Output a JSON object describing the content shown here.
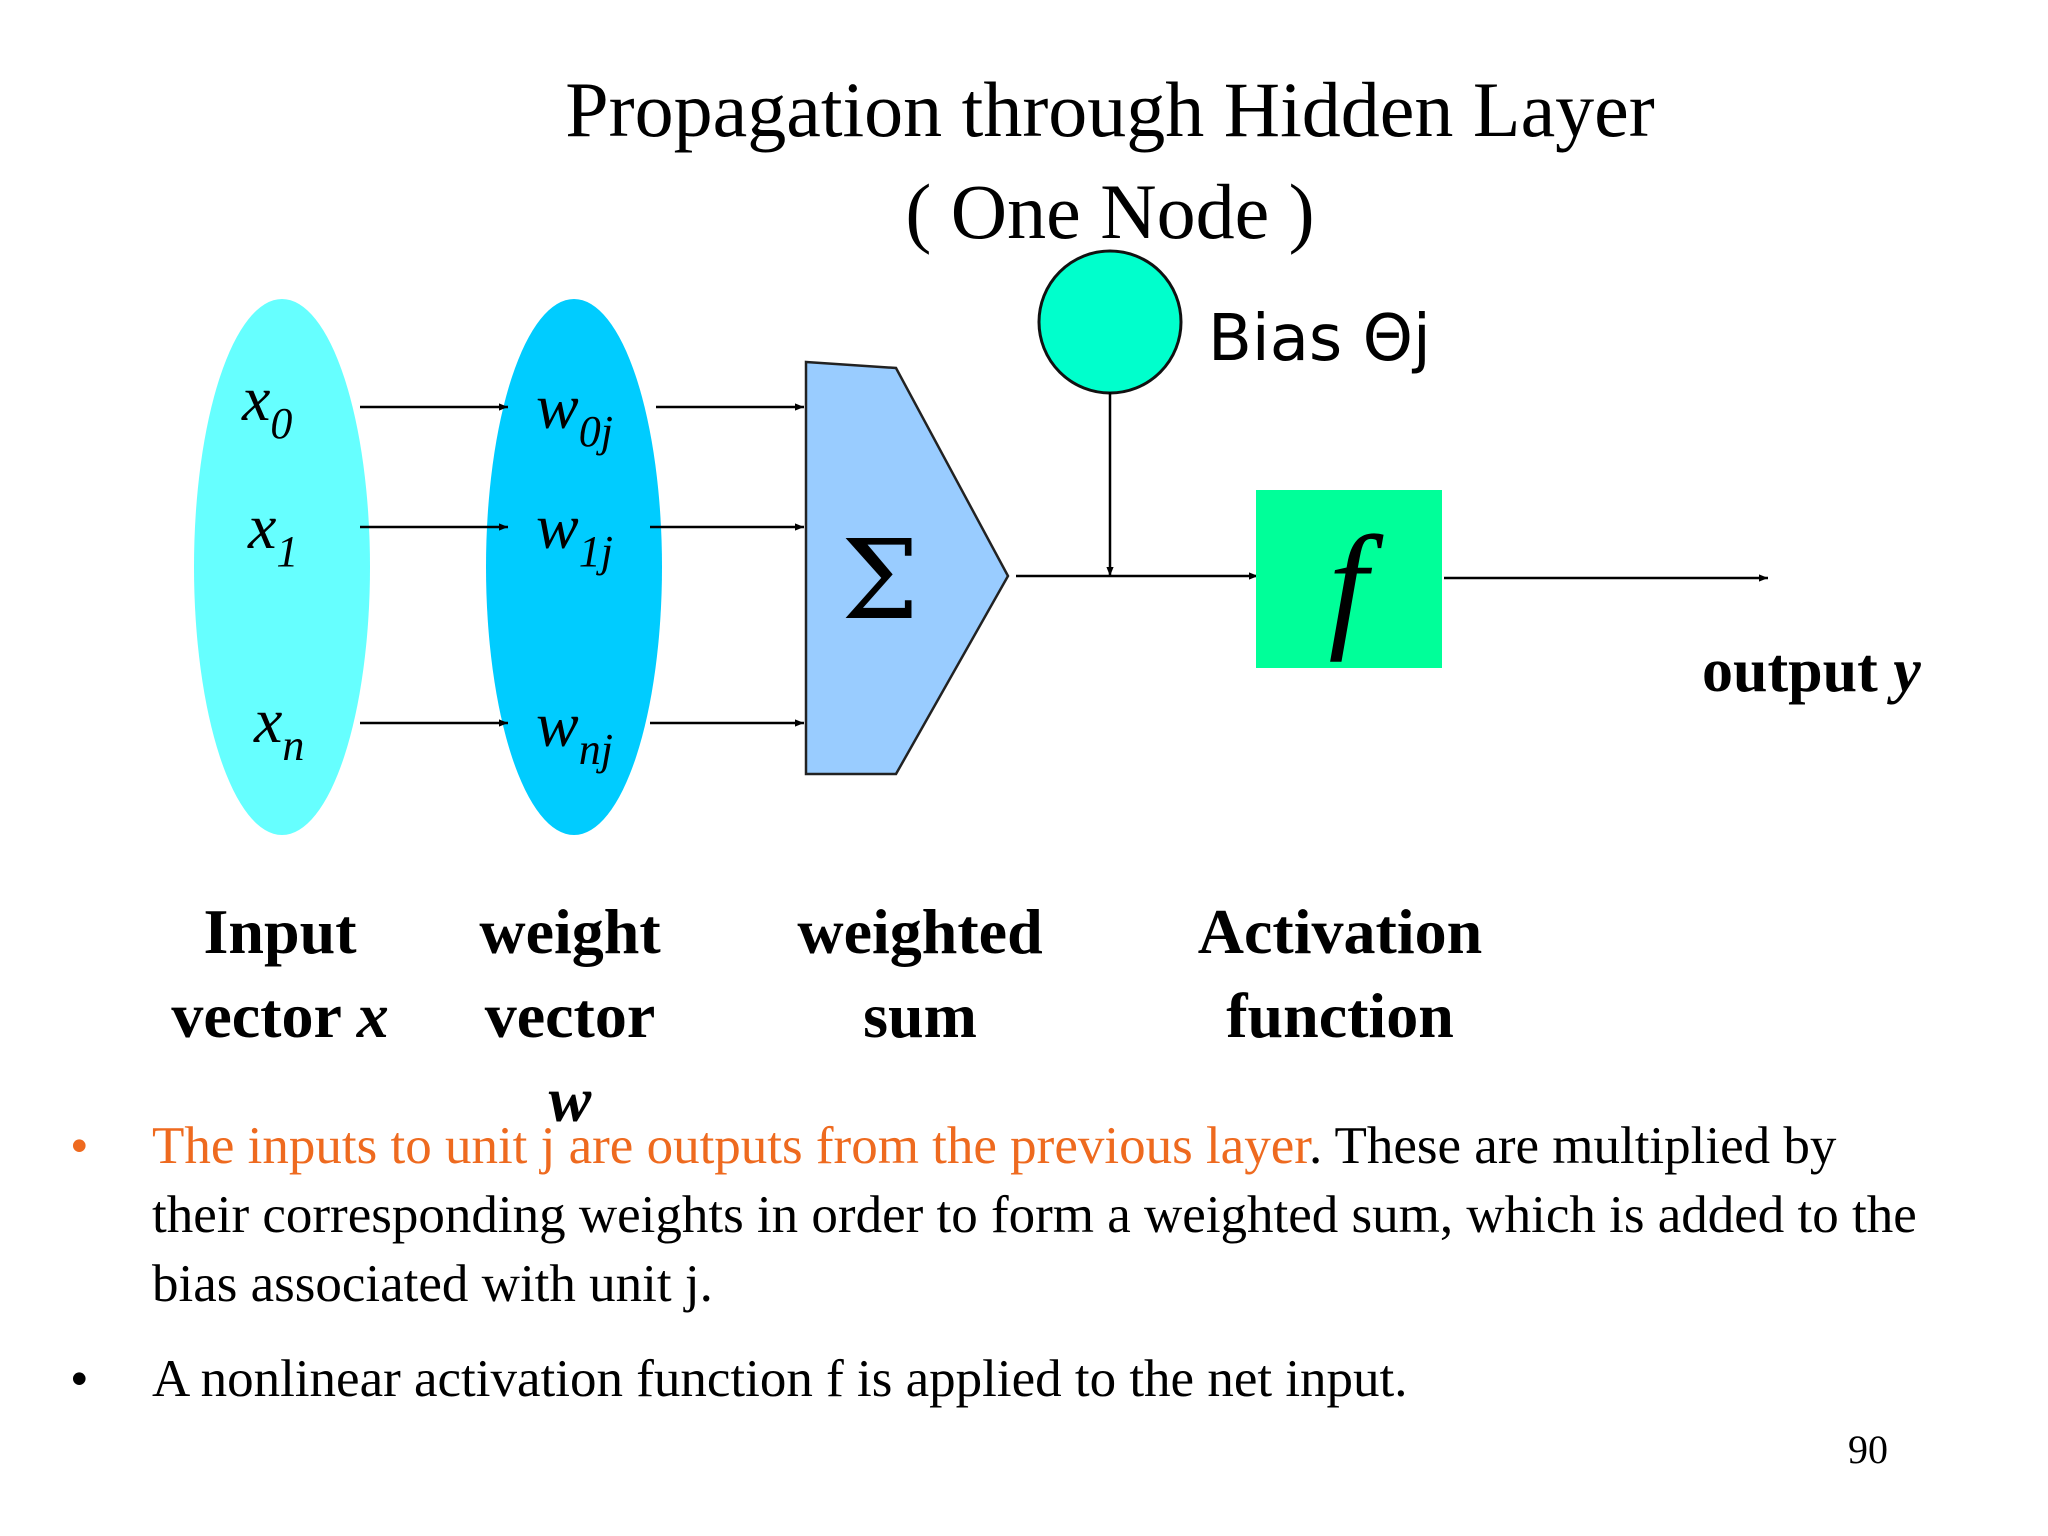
{
  "title": {
    "line1": "Propagation through Hidden Layer",
    "line2": "( One Node )"
  },
  "inputs": [
    {
      "base": "x",
      "sub": "0"
    },
    {
      "base": "x",
      "sub": "1"
    },
    {
      "base": "x",
      "sub": "n"
    }
  ],
  "weights": [
    {
      "base": "w",
      "sub": "0j"
    },
    {
      "base": "w",
      "sub": "1j"
    },
    {
      "base": "w",
      "sub": "nj"
    }
  ],
  "sum_symbol": "Σ",
  "activation_symbol": "f",
  "bias_label": "Bias Θj",
  "output": {
    "label": "output",
    "var": "y"
  },
  "captions": {
    "input": {
      "line1": "Input",
      "line2": "vector",
      "var": "x"
    },
    "weight": {
      "line1": "weight",
      "line2": "vector",
      "line3": "w"
    },
    "sum": {
      "line1": "weighted",
      "line2": "sum"
    },
    "activation": {
      "line1": "Activation",
      "line2": "function"
    }
  },
  "bullets": [
    {
      "highlight": "The inputs to unit j are outputs from the previous layer",
      "rest": ". These are multiplied by their corresponding weights in order to form a weighted sum, which is added to the bias associated with unit j."
    },
    {
      "text": "A nonlinear activation function  f is applied to the net input."
    }
  ],
  "page_number": "90",
  "colors": {
    "input_ellipse": "#66ffff",
    "weight_ellipse": "#00ccff",
    "sum_shape": "#99ccff",
    "bias_circle": "#00ffcc",
    "activation_box": "#00ff99",
    "highlight_text": "#ee6a1f"
  }
}
